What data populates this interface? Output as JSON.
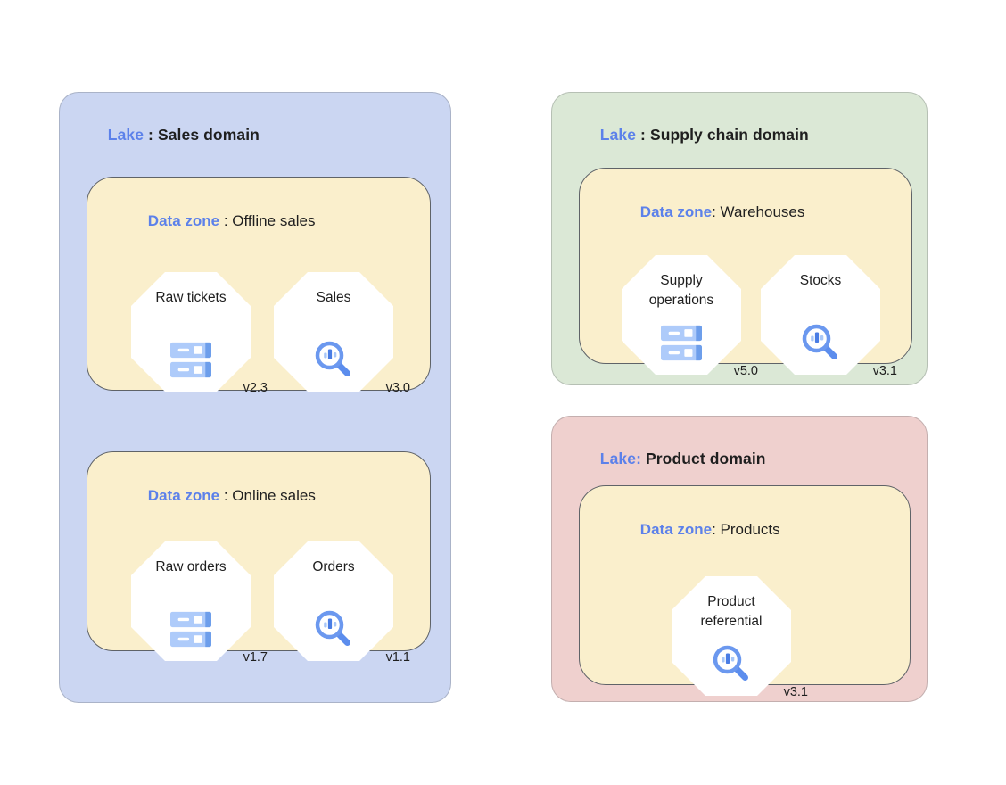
{
  "colors": {
    "lake_blue_bg": "#cbd6f2",
    "lake_green_bg": "#dbe8d6",
    "lake_pink_bg": "#efd0ce",
    "zone_bg": "#faefcc",
    "zone_border": "#5f6368",
    "accent_blue_text": "#5c81ea",
    "octagon_blue": "#4a7de4",
    "octagon_green": "#3e9c4b",
    "octagon_black": "#1c1c1c",
    "icon_blue_light": "#aecbfa",
    "icon_blue_medium": "#6d9eeb",
    "icon_blue_dark": "#4a7de4",
    "text_dark": "#1f1f1f"
  },
  "lakes": {
    "sales": {
      "prefix": "Lake",
      "sep": " : ",
      "name": "Sales domain",
      "zones": {
        "offline": {
          "prefix": "Data zone",
          "sep": " : ",
          "name": "Offline sales",
          "entities": {
            "raw_tickets": {
              "name": "Raw tickets",
              "version": "v2.3",
              "icon": "storage-icon"
            },
            "sales": {
              "name": "Sales",
              "version": "v3.0",
              "icon": "search-chart-icon"
            }
          }
        },
        "online": {
          "prefix": "Data zone",
          "sep": " : ",
          "name": "Online sales",
          "entities": {
            "raw_orders": {
              "name": "Raw orders",
              "version": "v1.7",
              "icon": "storage-icon"
            },
            "orders": {
              "name": "Orders",
              "version": "v1.1",
              "icon": "search-chart-icon"
            }
          }
        }
      }
    },
    "supply": {
      "prefix": "Lake",
      "sep": " : ",
      "name": "Supply chain domain",
      "zones": {
        "warehouses": {
          "prefix": "Data zone",
          "sep": ": ",
          "name": "Warehouses",
          "entities": {
            "supply_operations": {
              "name": "Supply operations",
              "version": "v5.0",
              "icon": "storage-icon"
            },
            "stocks": {
              "name": "Stocks",
              "version": "v3.1",
              "icon": "search-chart-icon"
            }
          }
        }
      }
    },
    "product": {
      "prefix": "Lake:",
      "sep": " ",
      "name": "Product domain",
      "zones": {
        "products": {
          "prefix": "Data zone",
          "sep": ": ",
          "name": "Products",
          "entities": {
            "product_referential": {
              "name": "Product referential",
              "version": "v3.1",
              "icon": "search-chart-icon"
            }
          }
        }
      }
    }
  }
}
